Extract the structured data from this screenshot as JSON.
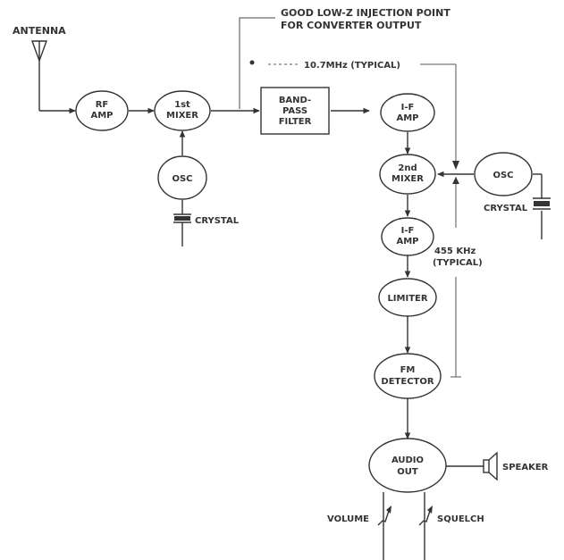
{
  "labels": {
    "antenna": "ANTENNA",
    "injection_line1": "GOOD LOW-Z INJECTION POINT",
    "injection_line2": "FOR CONVERTER OUTPUT",
    "if1": "10.7MHz (TYPICAL)",
    "if2_line1": "455 KHz",
    "if2_line2": "(TYPICAL)",
    "crystal1": "CRYSTAL",
    "crystal2": "CRYSTAL",
    "speaker": "SPEAKER",
    "volume": "VOLUME",
    "squelch": "SQUELCH"
  },
  "blocks": {
    "rf_amp": [
      "RF",
      "AMP"
    ],
    "mixer1": [
      "1st",
      "MIXER"
    ],
    "osc1": [
      "OSC"
    ],
    "bpf": [
      "BAND-",
      "PASS",
      "FILTER"
    ],
    "if_amp1": [
      "I-F",
      "AMP"
    ],
    "mixer2": [
      "2nd",
      "MIXER"
    ],
    "osc2": [
      "OSC"
    ],
    "if_amp2": [
      "I-F",
      "AMP"
    ],
    "limiter": [
      "LIMITER"
    ],
    "fm_det": [
      "FM",
      "DETECTOR"
    ],
    "audio_out": [
      "AUDIO",
      "OUT"
    ]
  }
}
